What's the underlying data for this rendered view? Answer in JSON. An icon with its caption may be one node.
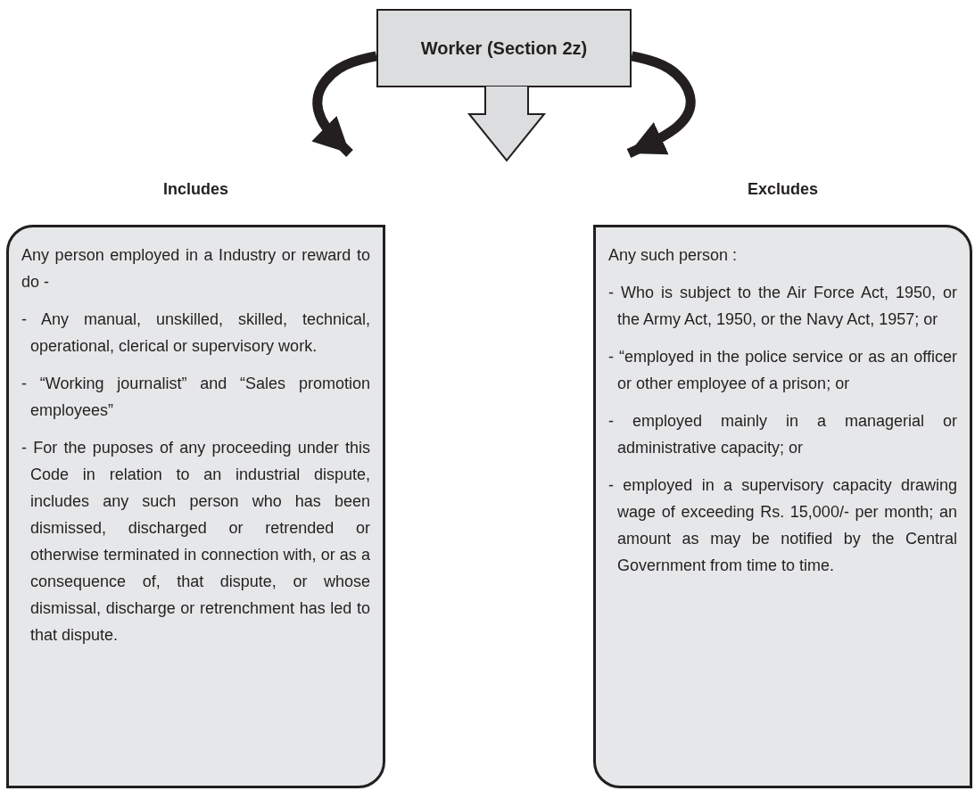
{
  "diagram": {
    "nodes": [
      {
        "text": [
          "Worker (Section 2z)"
        ]
      },
      {
        "text": [
          "Includes",
          "Any person employed in a Industry or reward to do -",
          "- Any manual, unskilled, skilled, technical, operational, clerical or supervisory work.",
          "- “Working journalist” and “Sales promotion employees”",
          "- For the puposes of any proceeding under this Code in relation to an industrial dispute, includes any such person who has been dismissed, discharged or retrended or otherwise terminated in connection with, or as a consequence of, that dispute, or whose dismissal, discharge or retrenchment has led to that dispute."
        ]
      },
      {
        "text": [
          "Excludes",
          "Any such person :",
          "- Who is subject to the Air Force Act, 1950, or the Army Act, 1950, or the Navy Act, 1957; or",
          "- “employed in the police service or as an officer or other employee of a prison; or",
          "- employed mainly in a managerial or administrative capacity; or",
          "- employed in a supervisory capacity drawing wage of exceeding Rs. 15,000/- per month; an amount as may be notified by the Central Government from time to time."
        ]
      }
    ],
    "edges": [
      {
        "from": 0,
        "to": 1,
        "arrow": "to"
      },
      {
        "from": 0,
        "to": 2,
        "arrow": "to"
      },
      {
        "from": 0,
        "to": null,
        "arrow": "to"
      }
    ]
  }
}
